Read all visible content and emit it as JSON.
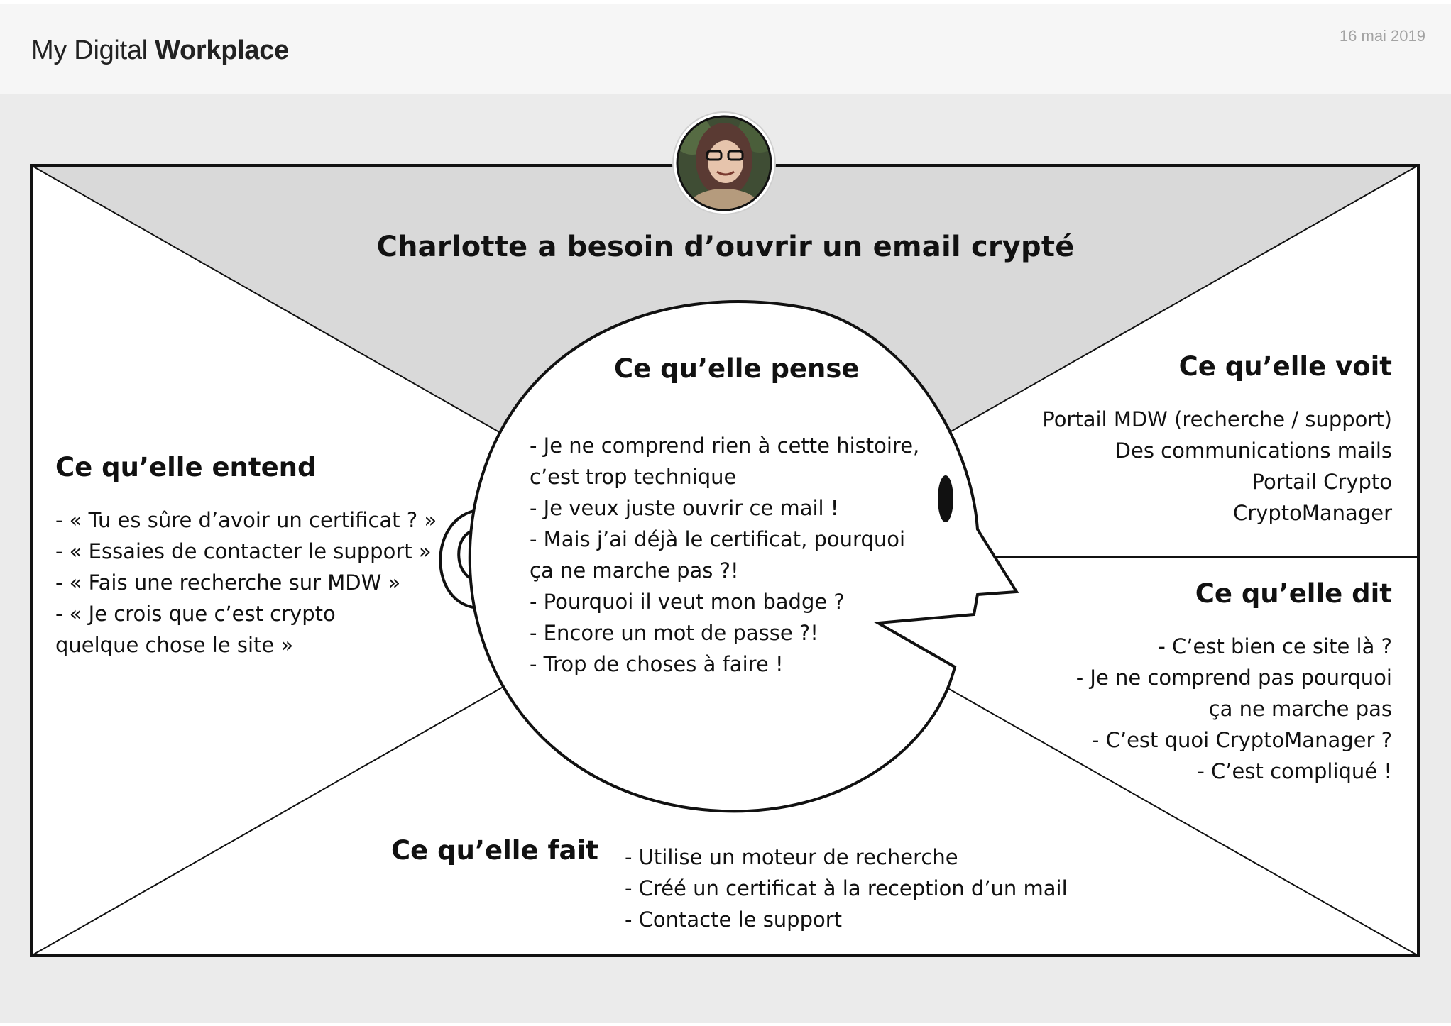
{
  "header": {
    "app_name_regular": "My Digital",
    "app_name_bold": "Workplace",
    "date": "16 mai 2019"
  },
  "persona": {
    "avatar_icon": "persona-photo-avatar",
    "title": "Charlotte a besoin d’ouvrir un email crypté"
  },
  "empathy_map": {
    "pense": {
      "title": "Ce qu’elle pense",
      "lines": [
        "- Je ne comprend rien à cette histoire,",
        "c’est trop technique",
        "- Je veux juste ouvrir ce mail !",
        "- Mais j’ai déjà le certificat, pourquoi",
        "ça ne marche pas ?!",
        "- Pourquoi il veut mon badge ?",
        "- Encore un mot de passe ?!",
        "- Trop de choses à faire !"
      ]
    },
    "entend": {
      "title": "Ce qu’elle entend",
      "lines": [
        "- « Tu es sûre d’avoir un certificat ? »",
        "- « Essaies de contacter le support »",
        "- « Fais une recherche sur MDW »",
        "- « Je crois que c’est crypto",
        "quelque chose le site »"
      ]
    },
    "voit": {
      "title": "Ce qu’elle voit",
      "lines": [
        "Portail MDW (recherche / support)",
        "Des communications mails",
        "Portail Crypto",
        "CryptoManager"
      ]
    },
    "dit": {
      "title": "Ce qu’elle dit",
      "lines": [
        "- C’est bien ce site là ?",
        "- Je ne comprend pas pourquoi",
        "ça ne marche pas",
        "- C’est quoi CryptoManager ?",
        "- C’est compliqué !"
      ]
    },
    "fait": {
      "title": "Ce qu’elle fait",
      "lines": [
        "- Utilise un moteur de recherche",
        "- Créé un certificat à la reception d’un mail",
        "- Contacte le support"
      ]
    }
  },
  "colors": {
    "canvas_bg": "#ebebeb",
    "header_bg": "#f6f6f6",
    "top_triangle": "#d9d9d9",
    "stroke": "#111111",
    "date_text": "#a3a3a3"
  }
}
